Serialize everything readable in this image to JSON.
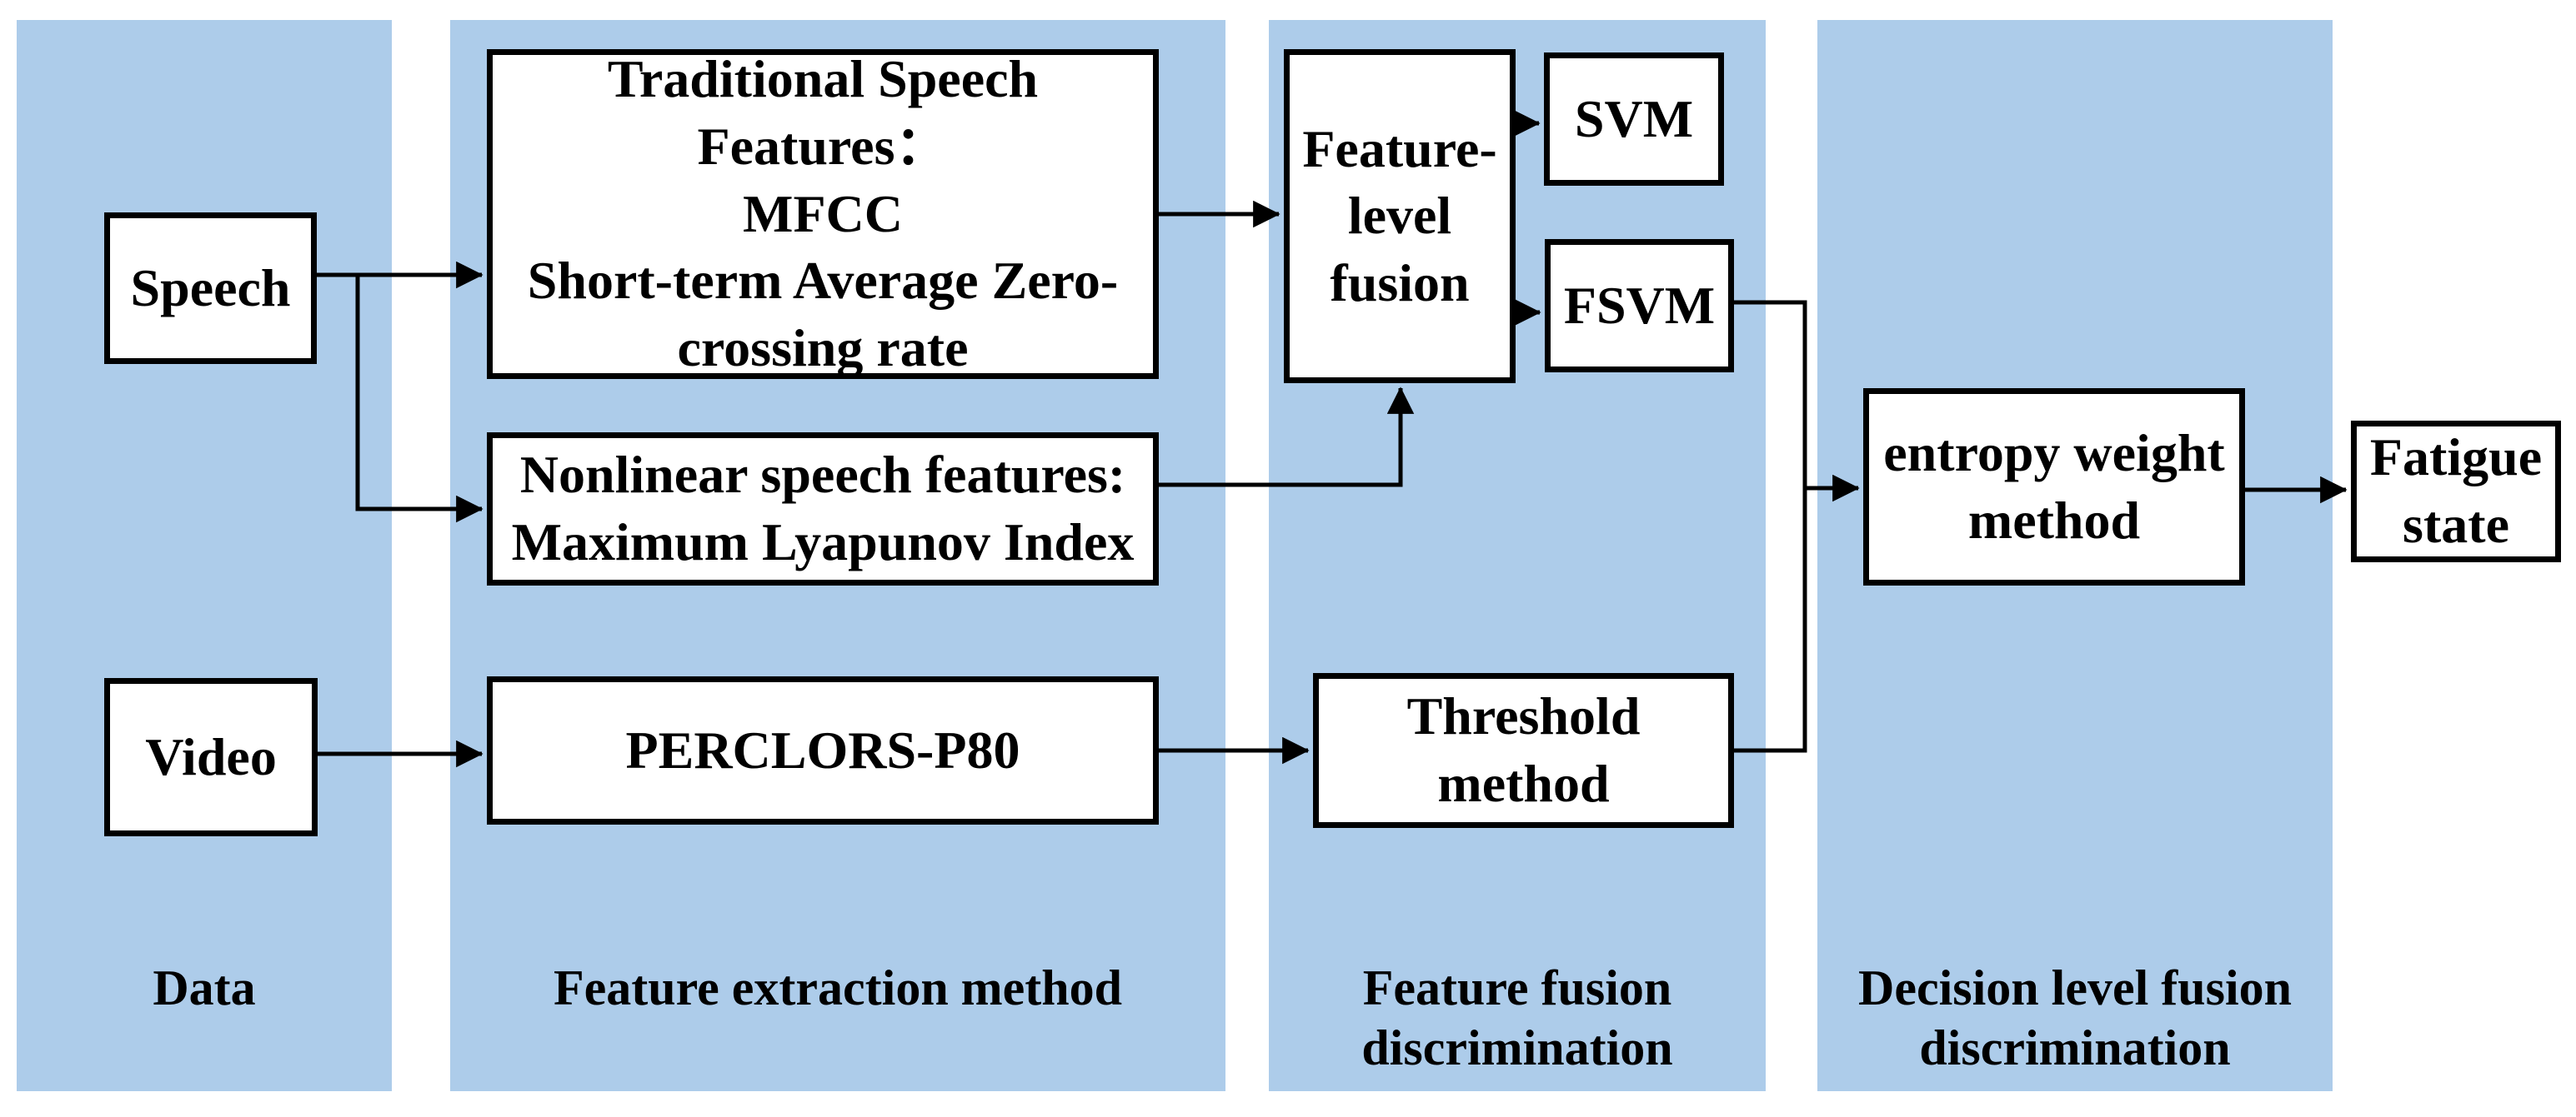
{
  "figure": {
    "type": "flowchart",
    "background": "#ffffff",
    "colors": {
      "panel_blue": "#adccea",
      "box_fill": "#ffffff",
      "line_and_text": "#000000"
    }
  },
  "columns": [
    {
      "id": "data",
      "label": "Data"
    },
    {
      "id": "feature-extraction",
      "label": "Feature extraction method"
    },
    {
      "id": "feature-fusion",
      "label": "Feature fusion\ndiscrimination"
    },
    {
      "id": "decision-fusion",
      "label": "Decision level fusion\ndiscrimination"
    }
  ],
  "nodes": {
    "speech": {
      "label": "Speech"
    },
    "video": {
      "label": "Video"
    },
    "traditional": {
      "label": "Traditional Speech\nFeatures：\nMFCC\nShort-term Average Zero-\ncrossing rate"
    },
    "nonlinear": {
      "label": "Nonlinear speech features:\nMaximum Lyapunov Index"
    },
    "perclors": {
      "label": "PERCLORS-P80"
    },
    "fusion": {
      "label": "Feature-\nlevel\nfusion"
    },
    "svm": {
      "label": "SVM"
    },
    "fsvm": {
      "label": "FSVM"
    },
    "threshold": {
      "label": "Threshold\nmethod"
    },
    "entropy": {
      "label": "entropy weight\nmethod"
    },
    "fatigue": {
      "label": "Fatigue\nstate"
    }
  },
  "edges": [
    {
      "from": "speech",
      "to": "traditional"
    },
    {
      "from": "speech",
      "to": "nonlinear"
    },
    {
      "from": "video",
      "to": "perclors"
    },
    {
      "from": "traditional",
      "to": "fusion"
    },
    {
      "from": "nonlinear",
      "to": "fusion"
    },
    {
      "from": "fusion",
      "to": "svm"
    },
    {
      "from": "fusion",
      "to": "fsvm"
    },
    {
      "from": "perclors",
      "to": "threshold"
    },
    {
      "from": "fsvm",
      "to": "entropy"
    },
    {
      "from": "threshold",
      "to": "entropy"
    },
    {
      "from": "entropy",
      "to": "fatigue"
    }
  ]
}
